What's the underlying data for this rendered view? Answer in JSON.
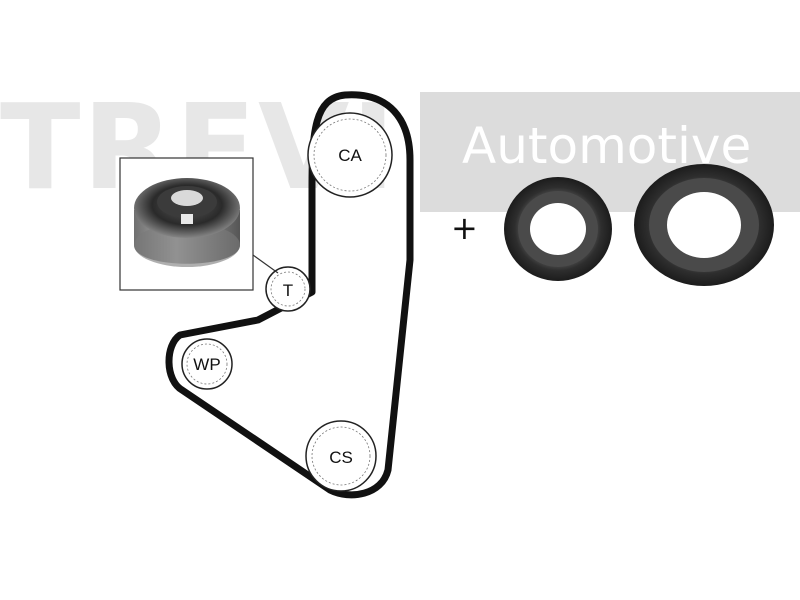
{
  "watermark": {
    "brand_text": "TREVI",
    "suffix_text": "Automotive"
  },
  "diagram": {
    "pulleys": [
      {
        "id": "camshaft",
        "label": "CA"
      },
      {
        "id": "tensioner",
        "label": "T"
      },
      {
        "id": "water-pump",
        "label": "WP"
      },
      {
        "id": "crankshaft",
        "label": "CS"
      }
    ],
    "plus_sign": "+"
  },
  "colors": {
    "belt": "#111111",
    "seal_rubber": "#3a3a3a",
    "watermark": "#dcdcdc",
    "roller_metal": "#8a8a8a"
  }
}
